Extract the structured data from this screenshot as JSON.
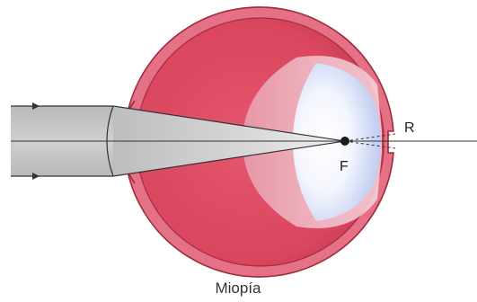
{
  "caption": "Miopía",
  "labels": {
    "focal_point": "F",
    "retina": "R"
  },
  "colors": {
    "eye_wall": "#e06a80",
    "eye_inner": "#d9485f",
    "sclera_line": "#9e2a3a",
    "light_beam": "#c8c8c8",
    "beam_edge": "#333333",
    "vitreous": "#eab0bd",
    "retina_glow": "#c8d4f2"
  }
}
